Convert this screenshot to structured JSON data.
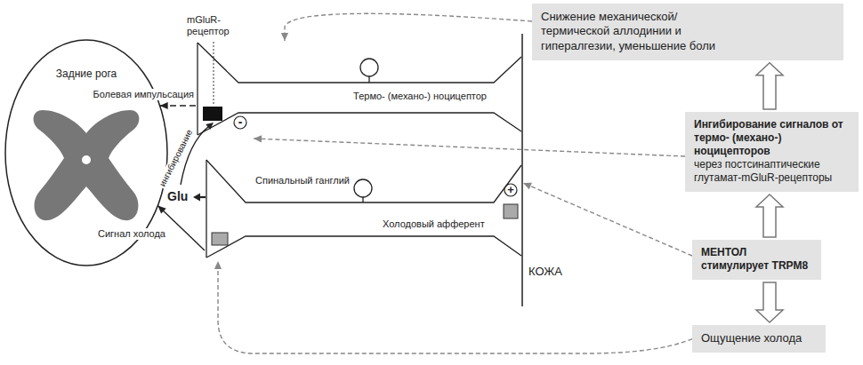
{
  "diagram": {
    "nodes": [
      {
        "text": [
          "Задние рога"
        ]
      },
      {
        "text": [
          "Термо- (механо-) ноцицептор"
        ]
      },
      {
        "text": [
          "Холодовый афферент"
        ]
      },
      {
        "text": [
          "Снижение механической/ термической аллодинии и гипералгезии, уменьшение боли"
        ]
      },
      {
        "text": [
          "Ингибирование сигналов от термо- (механо-) ноцицепторов",
          "через постсинаптические глутамат-mGluR-рецепторы"
        ]
      },
      {
        "text": [
          "МЕНТОЛ стимулирует TRPM8"
        ]
      },
      {
        "text": [
          "Ощущение холода"
        ]
      }
    ],
    "edges": [
      {
        "from": 1,
        "to": 0,
        "arrow": "to",
        "label": "Болевая импульсация"
      },
      {
        "from": 2,
        "to": 0,
        "arrow": "to",
        "label": "Сигнал холода"
      },
      {
        "from": 3,
        "to": 1,
        "arrow": "to"
      },
      {
        "from": 4,
        "to": 3,
        "arrow": "to"
      },
      {
        "from": 4,
        "to": 1,
        "arrow": "to"
      },
      {
        "from": 5,
        "to": 4,
        "arrow": "to"
      },
      {
        "from": 5,
        "to": 2,
        "arrow": "to"
      },
      {
        "from": 5,
        "to": 6,
        "arrow": "to"
      },
      {
        "from": 6,
        "to": 2,
        "arrow": "to"
      }
    ],
    "labels": [
      "mGluR-рецептор",
      "-",
      "Спинальный ганглий",
      "+",
      "Glu",
      "ингибирование",
      "КОЖА"
    ]
  }
}
